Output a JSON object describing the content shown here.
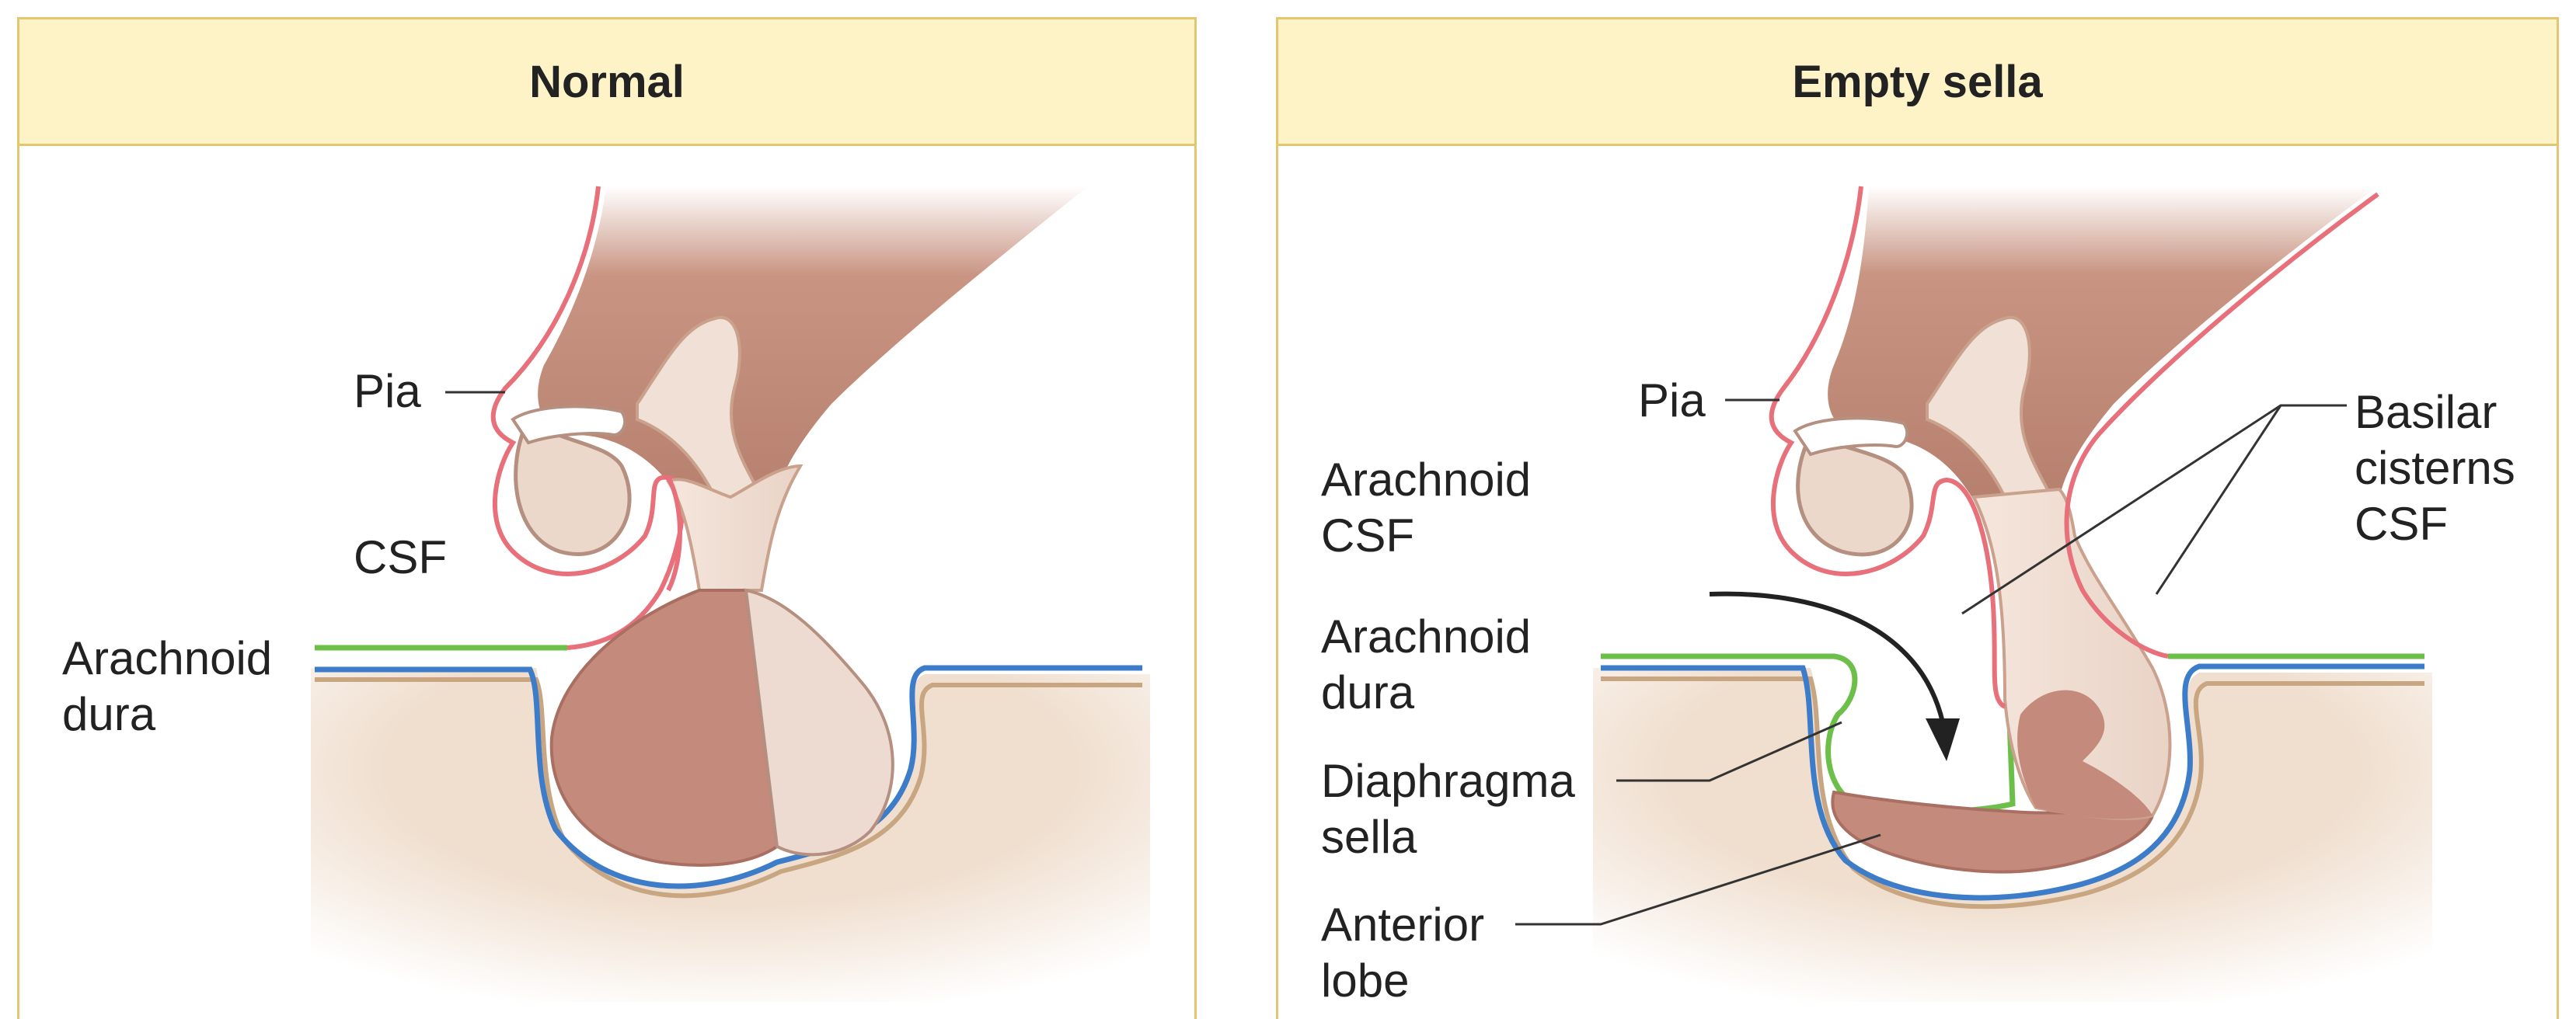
{
  "panels": [
    {
      "title": "Normal",
      "labels": {
        "pia": "Pia",
        "csf": "CSF",
        "arachnoid": "Arachnoid",
        "dura": "dura"
      }
    },
    {
      "title": "Empty sella",
      "labels": {
        "pia": "Pia",
        "arachnoid_csf_1": "Arachnoid",
        "arachnoid_csf_2": "CSF",
        "arachnoid_dura_1": "Arachnoid",
        "arachnoid_dura_2": "dura",
        "diaphragma_1": "Diaphragma",
        "diaphragma_2": "sella",
        "anterior_1": "Anterior",
        "anterior_2": "lobe",
        "basilar_1": "Basilar",
        "basilar_2": "cisterns",
        "basilar_3": "CSF"
      }
    }
  ],
  "colors": {
    "header_fill": "#fdf3c6",
    "header_border": "#e2c770",
    "bone": "#f2e3d5",
    "brain_dark": "#b88270",
    "brain_light": "#efddd2",
    "pituitary_anterior": "#c48b7d",
    "pia_line": "#e7707a",
    "arachnoid_line": "#6cc04a",
    "dura_line": "#3d7cc9",
    "bone_outline": "#c9a682"
  }
}
